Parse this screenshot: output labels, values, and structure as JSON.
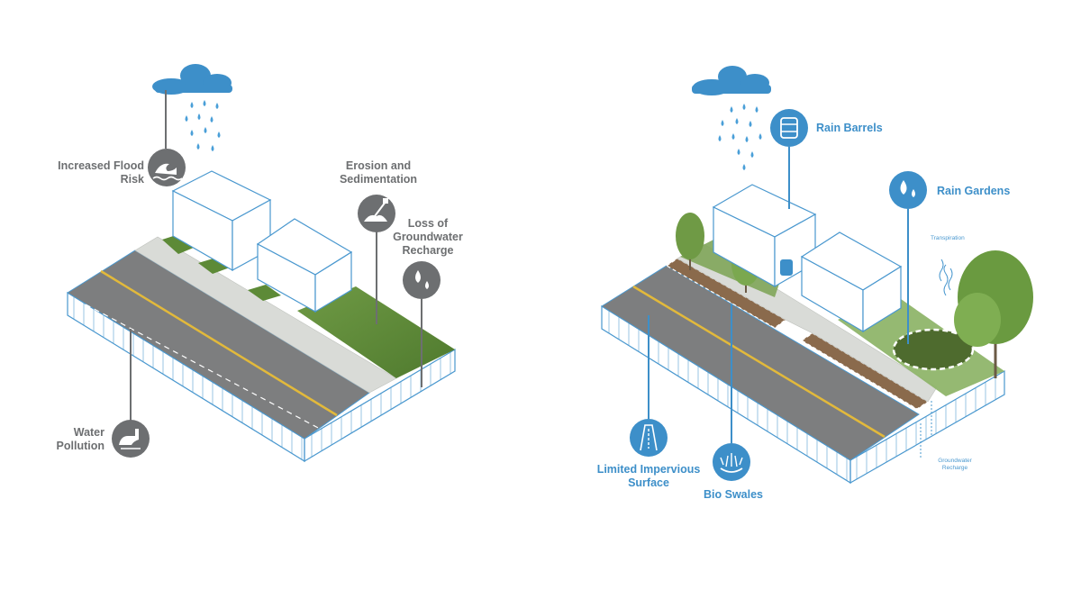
{
  "left_panel": {
    "labels": {
      "flood": "Increased Flood\nRisk",
      "erosion": "Erosion and\nSedimentation",
      "groundwater": "Loss of\nGroundwater\nRecharge",
      "pollution": "Water\nPollution"
    }
  },
  "right_panel": {
    "labels": {
      "rain_barrels": "Rain Barrels",
      "rain_gardens": "Rain Gardens",
      "impervious": "Limited Impervious\nSurface",
      "bio_swales": "Bio Swales",
      "transpiration": "Transpiration",
      "groundwater_recharge": "Groundwater\nRecharge"
    }
  },
  "colors": {
    "gray_icon": "#6d6f71",
    "blue_icon": "#3d8fc9",
    "rain": "#4a9fd8",
    "grass": "#5f8a3a",
    "road": "#7d7e7f",
    "stripe": "#e2b93b"
  }
}
